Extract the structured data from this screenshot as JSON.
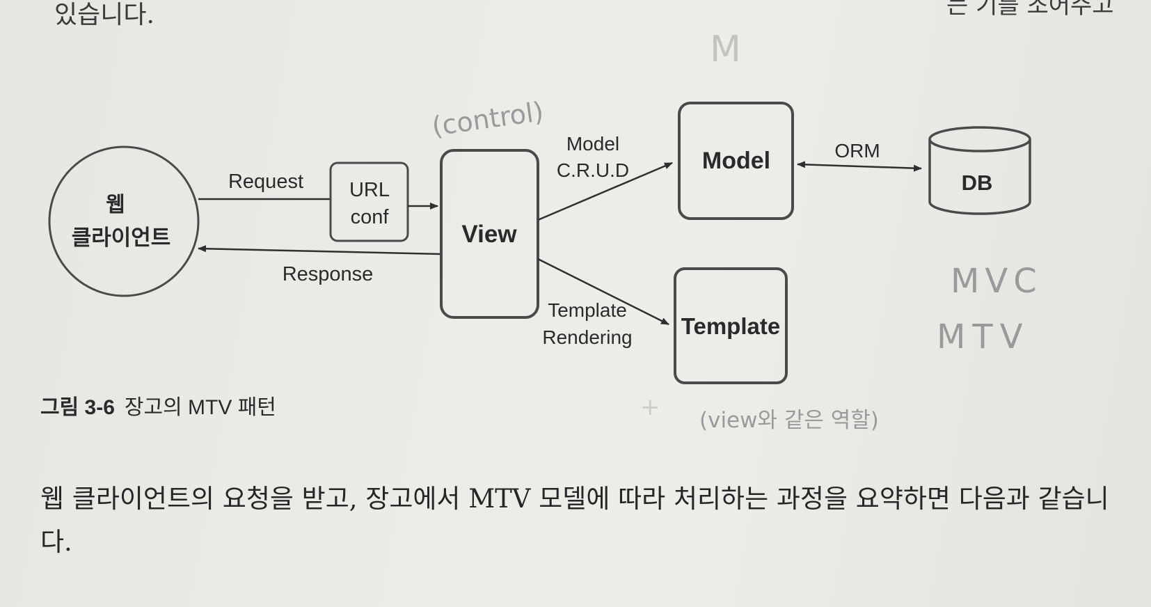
{
  "top_text": "있습니다.",
  "top_right_text": "는 기를 조어주고",
  "diagram": {
    "client": {
      "line1": "웹",
      "line2": "클라이언트"
    },
    "request_label": "Request",
    "response_label": "Response",
    "url_conf": {
      "line1": "URL",
      "line2": "conf"
    },
    "view_label": "View",
    "model_label": "Model",
    "template_label": "Template",
    "db_label": "DB",
    "orm_label": "ORM",
    "model_crud": {
      "line1": "Model",
      "line2": "C.R.U.D"
    },
    "template_rendering": {
      "line1": "Template",
      "line2": "Rendering"
    }
  },
  "handwriting": {
    "control_note": "(control)",
    "m_note": "M",
    "mvc_note": "MVC",
    "mtv_note": "MTV",
    "view_role_note": "(view와 같은 역할)",
    "plus_note": "+"
  },
  "caption": {
    "label": "그림 3-6",
    "text": "장고의 MTV 패턴"
  },
  "body_paragraph": "웹 클라이언트의 요청을 받고, 장고에서 MTV 모델에 따라 처리하는 과정을 요약하면 다음과 같습니다.",
  "colors": {
    "ink": "#2a2a2a",
    "box_stroke": "#4a4a4a",
    "pencil": "#9a9a9a",
    "paper": "#ecebe7"
  }
}
